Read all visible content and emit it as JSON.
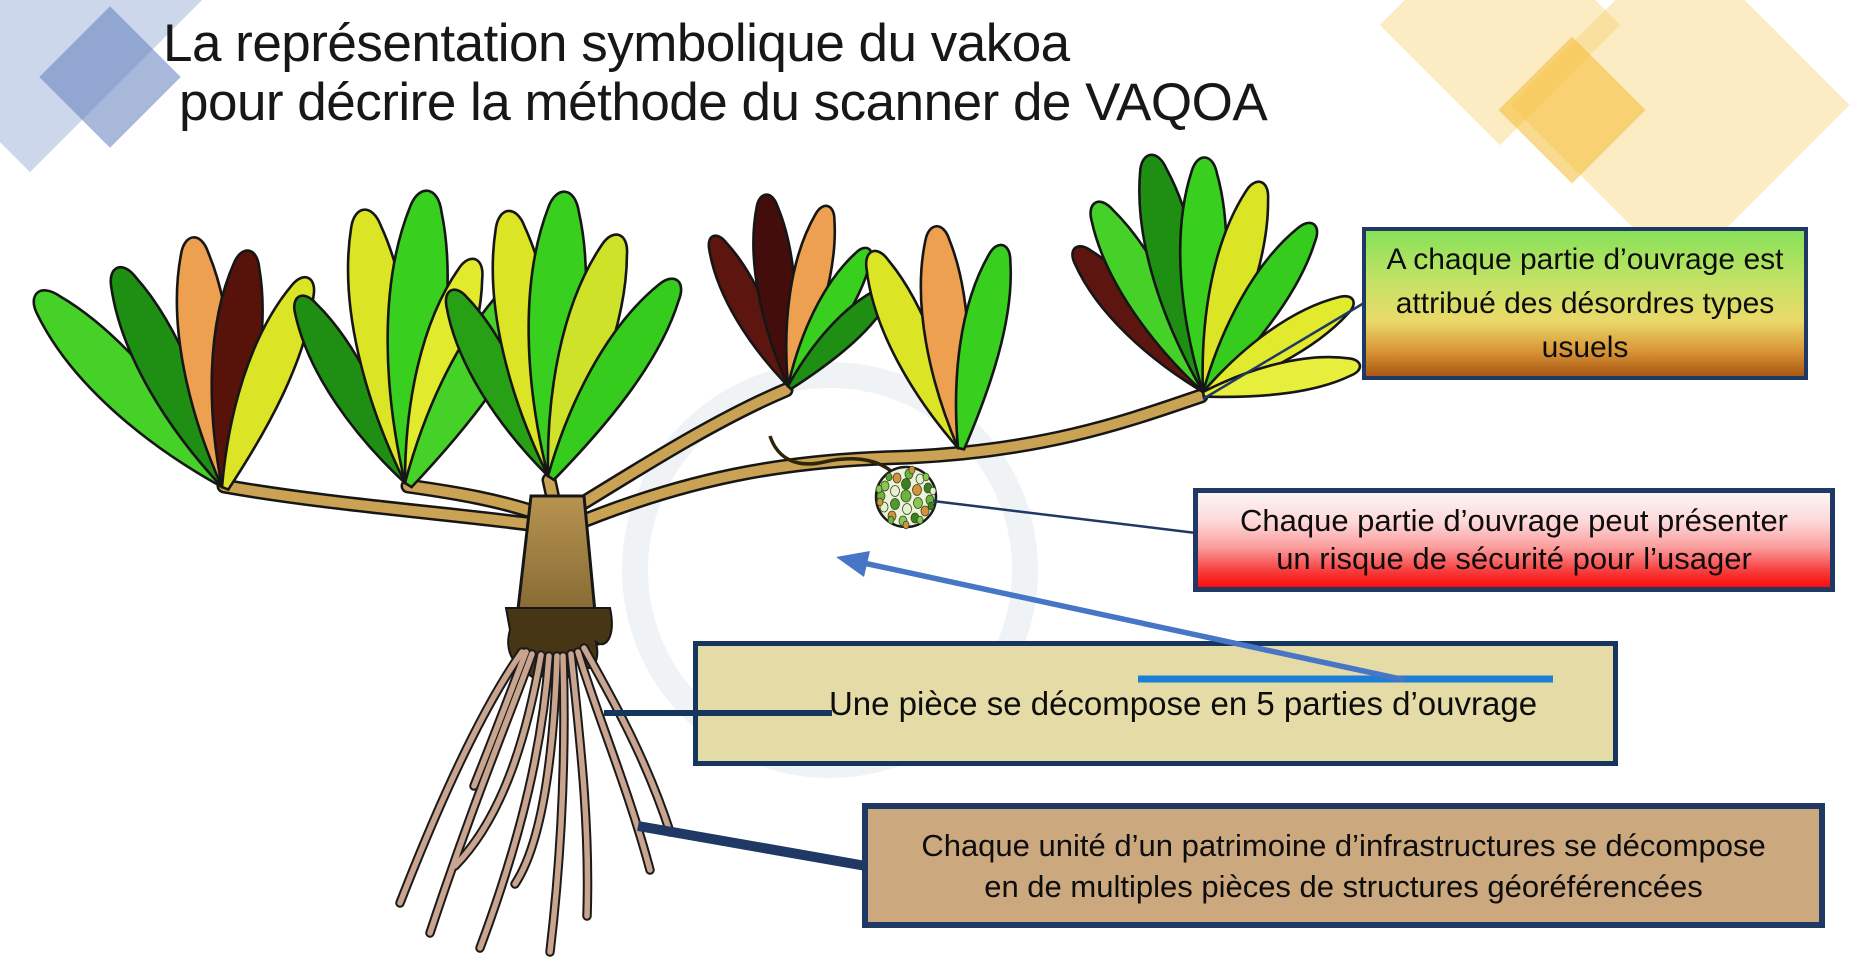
{
  "slide": {
    "title_line1": "La représentation symbolique du vakoa",
    "title_line2": "pour décrire la méthode du scanner de VAQOA"
  },
  "callouts": {
    "disorders": {
      "text": "A chaque partie d’ouvrage est attribué des désordres types usuels"
    },
    "risk": {
      "text": "Chaque partie d’ouvrage peut présenter un risque de sécurité pour l’usager"
    },
    "piece": {
      "text": "Une pièce se décompose en 5 parties d’ouvrage"
    },
    "unit": {
      "text": "Chaque unité d’un patrimoine d’infrastructures se décompose en de multiples pièces de structures géoréférencées"
    }
  },
  "colors": {
    "border_navy": "#1f3864",
    "disorders_gradient_top": "#87e159",
    "disorders_gradient_bottom": "#a85812",
    "risk_gradient_top": "#fdf4f4",
    "risk_gradient_bottom": "#f90b0b",
    "piece_fill": "#e5dba6",
    "unit_fill": "#cba87e",
    "arrow_blue": "#4876c6",
    "underline_bar_blue": "#1d7ed6",
    "branch_tan": "#c9a254",
    "root_tan": "#c9a48e",
    "leaf_green_bright": "#38cf1e",
    "leaf_green_dark": "#1f8f13",
    "leaf_yellow": "#dce426",
    "leaf_orange": "#eda04f",
    "leaf_maroon": "#5c150f",
    "diamond_blue": "#8fa6d4",
    "diamond_yellow": "#f4bc32"
  }
}
